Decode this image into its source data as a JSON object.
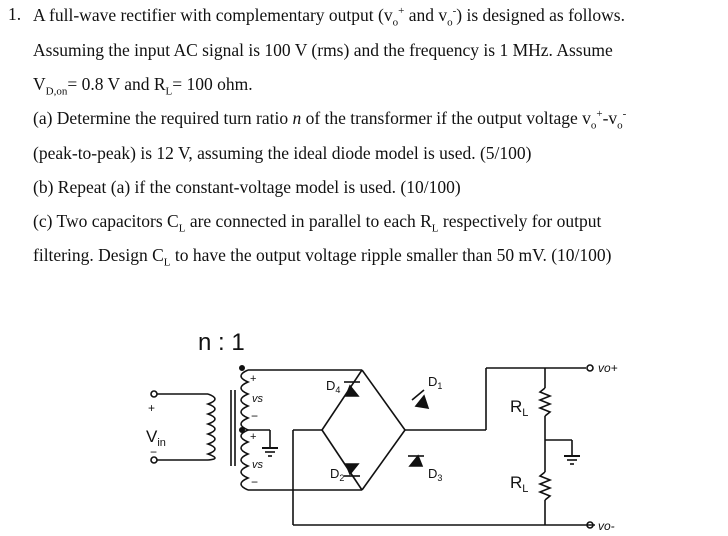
{
  "problem": {
    "number": "1.",
    "lines": {
      "l1": "A full-wave rectifier with complementary output (v",
      "l1b": " and v",
      "l1c": ") is designed as follows.",
      "l2": "Assuming the input AC signal is 100 V (rms) and the frequency is 1 MHz. Assume",
      "l3a": "V",
      "l3sub": "D,on",
      "l3b": "= 0.8 V and R",
      "l3sub2": "L",
      "l3c": "= 100 ohm.",
      "l4a": "(a) Determine the required turn ratio ",
      "l4n": "n",
      "l4b": " of the transformer if the output voltage v",
      "l5": "(peak-to-peak) is 12 V, assuming the ideal diode model is used. (5/100)",
      "l6": "(b) Repeat (a) if the constant-voltage model is used. (10/100)",
      "l7a": "(c) Two capacitors C",
      "l7b": " are connected in parallel to each R",
      "l7c": " respectively for output",
      "l8a": "filtering. Design C",
      "l8b": " to have the output voltage ripple smaller than 50 mV. (10/100)"
    },
    "sup_plus": "+",
    "sup_minus": "-",
    "sub_o": "o",
    "sub_L": "L",
    "dash": "-v"
  },
  "circuit": {
    "turns_ratio": "n : 1",
    "vin": "V",
    "vin_sub": "in",
    "vs": "vs",
    "d1": "D",
    "d1_sub": "1",
    "d2": "D",
    "d2_sub": "2",
    "d3": "D",
    "d3_sub": "3",
    "d4": "D",
    "d4_sub": "4",
    "rl": "R",
    "rl_sub": "L",
    "vo_plus": "vo+",
    "vo_minus": "vo-",
    "plus": "+",
    "minus": "−"
  }
}
